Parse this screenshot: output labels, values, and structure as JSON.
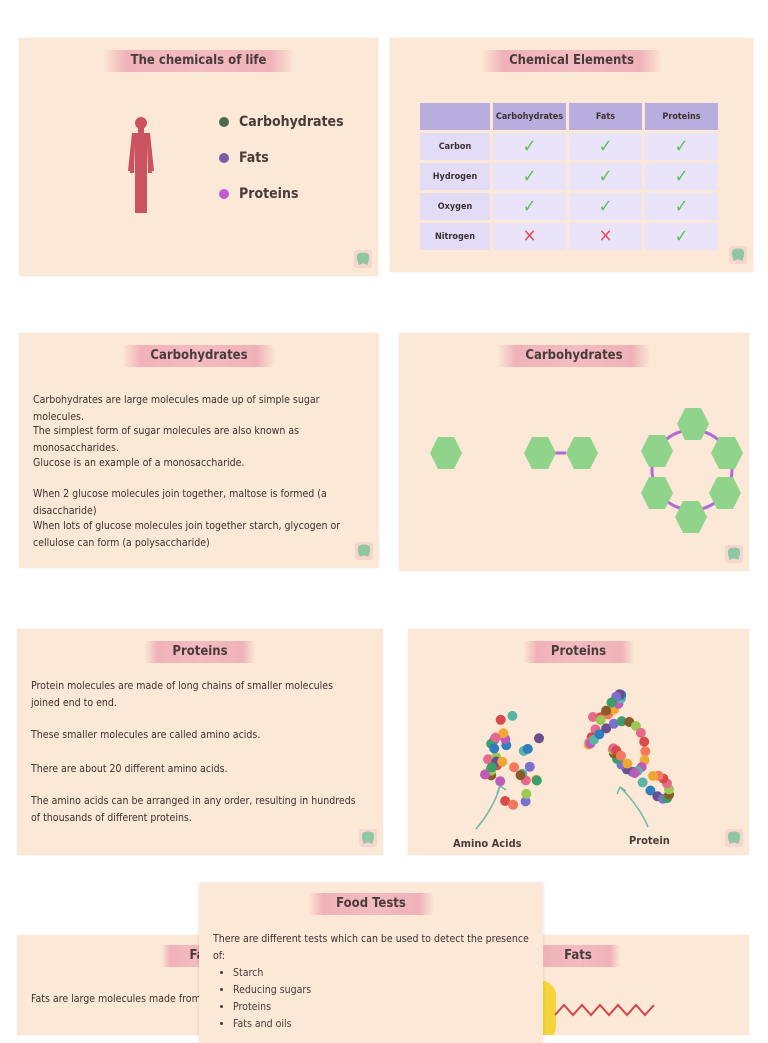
{
  "slide1": {
    "title": "The chemicals of life",
    "bullets": [
      {
        "label": "Carbohydrates",
        "color": "#4f6b4f"
      },
      {
        "label": "Fats",
        "color": "#7d5ea6"
      },
      {
        "label": "Proteins",
        "color": "#c45ad6"
      }
    ]
  },
  "slide2": {
    "title": "Chemical Elements",
    "columns": [
      "Carbohydrates",
      "Fats",
      "Proteins"
    ],
    "rows": [
      {
        "element": "Carbon",
        "values": [
          "tick",
          "tick",
          "tick"
        ]
      },
      {
        "element": "Hydrogen",
        "values": [
          "tick",
          "tick",
          "tick"
        ]
      },
      {
        "element": "Oxygen",
        "values": [
          "tick",
          "tick",
          "tick"
        ]
      },
      {
        "element": "Nitrogen",
        "values": [
          "cross",
          "cross",
          "tick"
        ]
      }
    ]
  },
  "slide3": {
    "title": "Carbohydrates",
    "paragraphs": [
      "Carbohydrates are large molecules made up of simple sugar molecules.",
      "The simplest form of sugar molecules are also known as monosaccharides.",
      "Glucose is an example of a monosaccharide.",
      "When 2 glucose molecules join together, maltose is formed (a disaccharide)",
      "When lots of glucose molecules join together starch, glycogen or cellulose can form (a polysaccharide)"
    ]
  },
  "slide4": {
    "title": "Carbohydrates",
    "hex_color": "#8fd48a",
    "link_color": "#b36ad6"
  },
  "slide5": {
    "title": "Proteins",
    "paragraphs": [
      "Protein molecules are made of long chains of smaller molecules joined end to end.",
      "These smaller molecules are called amino acids.",
      "There are about 20 different amino acids.",
      "The amino acids can be arranged in any order, resulting in hundreds of thousands of different proteins."
    ]
  },
  "slide6": {
    "title": "Proteins",
    "label_amino": "Amino Acids",
    "label_protein": "Protein"
  },
  "slide7": {
    "title_partial": "Fa",
    "text_partial": "Fats are large molecules made from s"
  },
  "slide8": {
    "title": "Food Tests",
    "intro": "There are different tests which can be used to detect the presence of:",
    "items": [
      "Starch",
      "Reducing sugars",
      "Proteins",
      "Fats and oils"
    ]
  },
  "slide9": {
    "title": "Fats"
  }
}
